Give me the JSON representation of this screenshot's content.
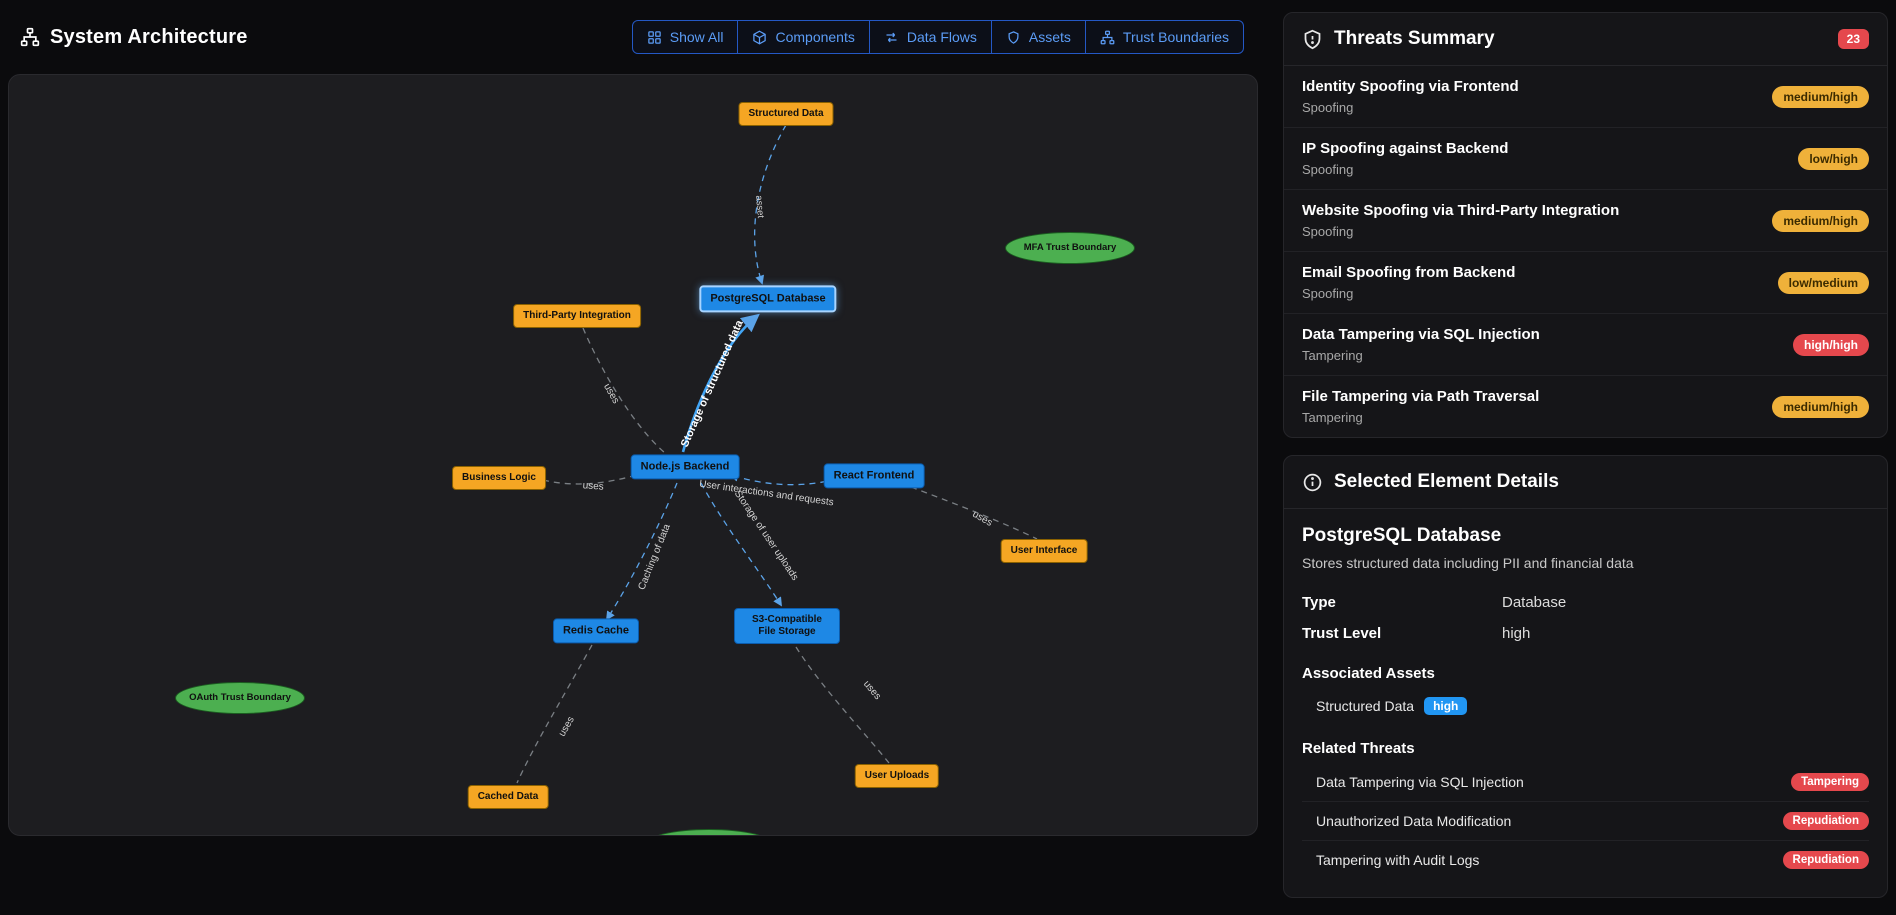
{
  "header": {
    "title": "System Architecture",
    "toolbar": {
      "show_all": "Show All",
      "components": "Components",
      "data_flows": "Data Flows",
      "assets": "Assets",
      "trust_boundaries": "Trust Boundaries"
    }
  },
  "graph": {
    "nodes": {
      "structured_data": {
        "label": "Structured Data",
        "type": "asset"
      },
      "postgresql": {
        "label": "PostgreSQL Database",
        "type": "component",
        "selected": true
      },
      "third_party": {
        "label": "Third-Party Integration",
        "type": "asset"
      },
      "mfa_boundary": {
        "label": "MFA Trust Boundary",
        "type": "trust-boundary"
      },
      "business_logic": {
        "label": "Business Logic",
        "type": "asset"
      },
      "nodejs_backend": {
        "label": "Node.js Backend",
        "type": "component"
      },
      "react_frontend": {
        "label": "React Frontend",
        "type": "component"
      },
      "user_interface": {
        "label": "User Interface",
        "type": "asset"
      },
      "redis_cache": {
        "label": "Redis Cache",
        "type": "component"
      },
      "s3_storage": {
        "label": "S3-Compatible File Storage",
        "type": "component"
      },
      "oauth_boundary": {
        "label": "OAuth Trust Boundary",
        "type": "trust-boundary"
      },
      "cached_data": {
        "label": "Cached Data",
        "type": "asset"
      },
      "user_uploads": {
        "label": "User Uploads",
        "type": "asset"
      },
      "partial_boundary": {
        "label": "",
        "type": "trust-boundary"
      }
    },
    "edge_labels": {
      "asset_link": "asset",
      "storage_structured": "Storage of structured data",
      "uses_third_party": "uses",
      "uses_business_logic": "uses",
      "user_interactions": "User interactions and requests",
      "uses_user_interface": "uses",
      "caching": "Caching of data",
      "storage_uploads": "Storage of user uploads",
      "uses_cached_data": "uses",
      "uses_user_uploads": "uses"
    }
  },
  "threats_summary": {
    "title": "Threats Summary",
    "count": "23",
    "threats": [
      {
        "title": "Identity Spoofing via Frontend",
        "category": "Spoofing",
        "severity": "medium/high"
      },
      {
        "title": "IP Spoofing against Backend",
        "category": "Spoofing",
        "severity": "low/high"
      },
      {
        "title": "Website Spoofing via Third-Party Integration",
        "category": "Spoofing",
        "severity": "medium/high"
      },
      {
        "title": "Email Spoofing from Backend",
        "category": "Spoofing",
        "severity": "low/medium"
      },
      {
        "title": "Data Tampering via SQL Injection",
        "category": "Tampering",
        "severity": "high/high"
      },
      {
        "title": "File Tampering via Path Traversal",
        "category": "Tampering",
        "severity": "medium/high"
      }
    ]
  },
  "details": {
    "title": "Selected Element Details",
    "element_name": "PostgreSQL Database",
    "description": "Stores structured data including PII and financial data",
    "properties": [
      {
        "label": "Type",
        "value": "Database"
      },
      {
        "label": "Trust Level",
        "value": "high"
      }
    ],
    "associated_assets_title": "Associated Assets",
    "assets": [
      {
        "name": "Structured Data",
        "level": "high"
      }
    ],
    "related_threats_title": "Related Threats",
    "related_threats": [
      {
        "name": "Data Tampering via SQL Injection",
        "category": "Tampering"
      },
      {
        "name": "Unauthorized Data Modification",
        "category": "Repudiation"
      },
      {
        "name": "Tampering with Audit Logs",
        "category": "Repudiation"
      }
    ]
  },
  "colors": {
    "accent_blue": "#3b82f6",
    "node_component": "#1e88e5",
    "node_asset": "#f5a623",
    "node_trust_boundary": "#4caf50",
    "badge_red": "#e5484d",
    "badge_amber": "#efb13a",
    "badge_blue": "#2196f3"
  }
}
